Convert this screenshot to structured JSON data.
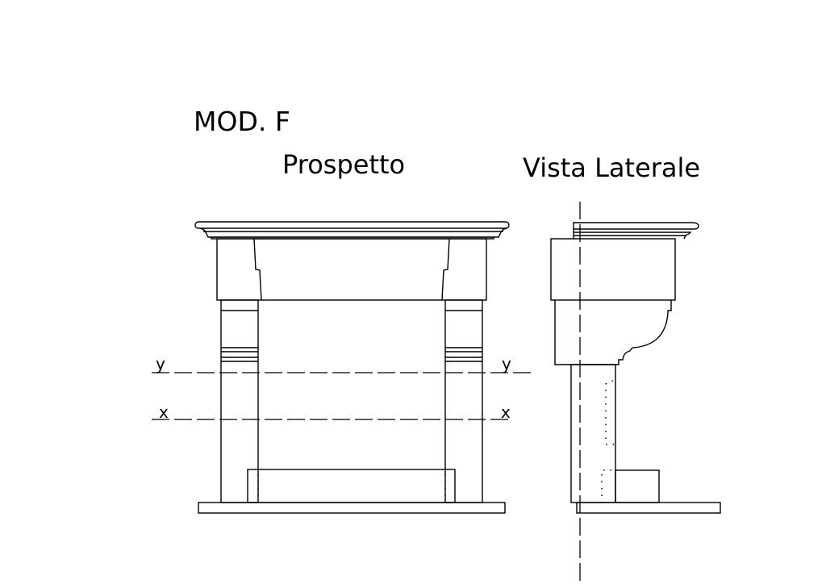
{
  "title": "MOD. F",
  "views": {
    "front": "Prospetto",
    "side": "Vista Laterale"
  },
  "section_lines": {
    "y_label": "y",
    "x_label": "x"
  }
}
